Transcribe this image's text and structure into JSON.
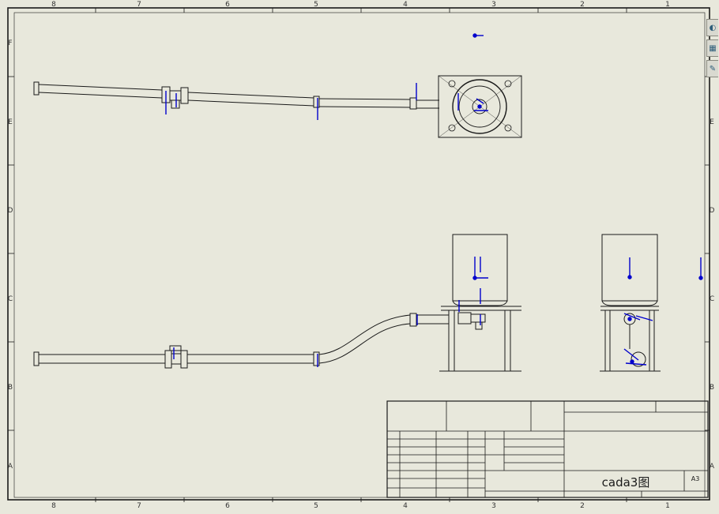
{
  "app": {
    "sheet_bg": "#e8e8dc",
    "line": "#1a1a1a",
    "marker": "#0000cc"
  },
  "zones": {
    "columns": [
      "8",
      "7",
      "6",
      "5",
      "4",
      "3",
      "2",
      "1"
    ],
    "rows": [
      "F",
      "E",
      "D",
      "C",
      "B",
      "A"
    ]
  },
  "title_block": {
    "drawing_name": "cada3图",
    "sheet_size": "A3"
  },
  "side_tools": [
    {
      "name": "appearance-icon",
      "glyph": "◐"
    },
    {
      "name": "layers-icon",
      "glyph": "▦"
    },
    {
      "name": "comment-icon",
      "glyph": "✎"
    }
  ]
}
